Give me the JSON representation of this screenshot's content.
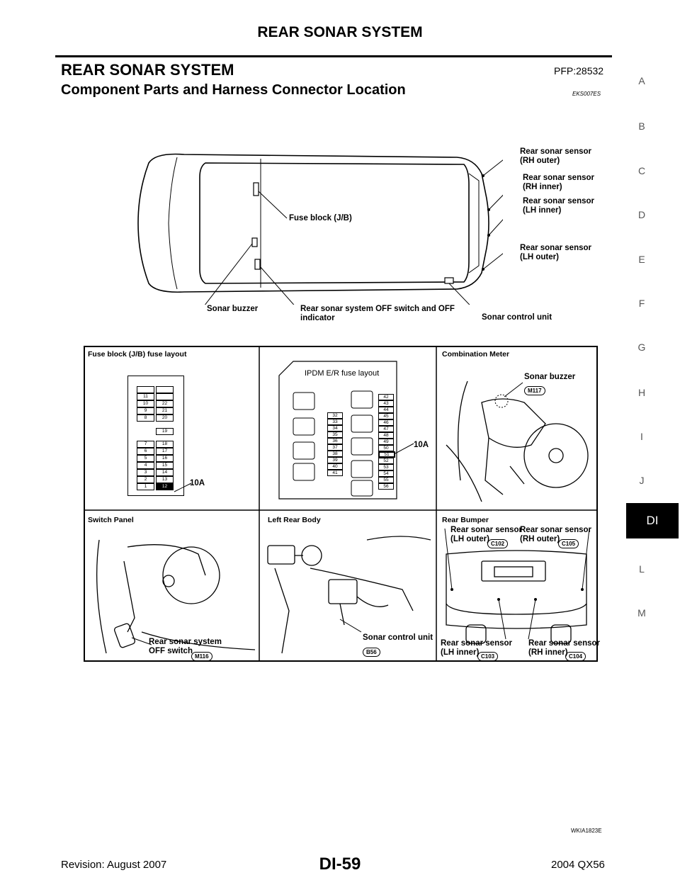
{
  "header": {
    "title": "REAR SONAR SYSTEM"
  },
  "section": {
    "title": "REAR SONAR SYSTEM",
    "pfp": "PFP:28532"
  },
  "subsection": {
    "title": "Component Parts and Harness Connector Location",
    "code": "EKS007ES"
  },
  "side_tabs": [
    "A",
    "B",
    "C",
    "D",
    "E",
    "F",
    "G",
    "H",
    "I",
    "J",
    "DI",
    "L",
    "M"
  ],
  "side_tab_active": "DI",
  "vehicle_diagram": {
    "callouts": {
      "rh_outer": "Rear sonar sensor\n(RH outer)",
      "rh_inner": "Rear sonar sensor\n(RH inner)",
      "lh_inner": "Rear sonar sensor\n(LH inner)",
      "lh_outer": "Rear sonar sensor\n(LH outer)",
      "fuse_block": "Fuse block (J/B)",
      "sonar_buzzer": "Sonar buzzer",
      "off_switch": "Rear sonar system OFF switch and OFF\nindicator",
      "control_unit": "Sonar control unit"
    }
  },
  "panels": {
    "fuse_layout": {
      "title": "Fuse block (J/B) fuse layout",
      "amp_label": "10A",
      "left_col": [
        "",
        "11",
        "10",
        "9",
        "8",
        "",
        "7",
        "6",
        "5",
        "4",
        "3",
        "2",
        "1"
      ],
      "right_col": [
        "",
        "",
        "22",
        "21",
        "20",
        "19",
        "18",
        "17",
        "16",
        "15",
        "14",
        "13",
        "12"
      ]
    },
    "ipdm": {
      "title": "IPDM E/R fuse layout",
      "amp_label": "10A",
      "mid_col": [
        "32",
        "33",
        "34",
        "35",
        "36",
        "37",
        "38",
        "39",
        "40",
        "41"
      ],
      "right_col": [
        "42",
        "43",
        "44",
        "45",
        "46",
        "47",
        "48",
        "49",
        "50",
        "51",
        "52",
        "53",
        "54",
        "55",
        "56"
      ],
      "highlight": "51"
    },
    "combination_meter": {
      "title": "Combination Meter",
      "callout": "Sonar buzzer",
      "connector": "M117"
    },
    "switch_panel": {
      "title": "Switch Panel",
      "callout": "Rear sonar system\nOFF switch",
      "connector": "M116"
    },
    "left_rear_body": {
      "title": "Left Rear Body",
      "callout": "Sonar control unit",
      "connector": "B56"
    },
    "rear_bumper": {
      "title": "Rear Bumper",
      "lh_outer": {
        "label": "Rear sonar sensor\n(LH outer)",
        "connector": "C102"
      },
      "rh_outer": {
        "label": "Rear sonar sensor\n(RH outer)",
        "connector": "C105"
      },
      "lh_inner": {
        "label": "Rear sonar sensor\n(LH inner)",
        "connector": "C103"
      },
      "rh_inner": {
        "label": "Rear sonar sensor\n(RH inner)",
        "connector": "C104"
      }
    }
  },
  "figure_code": "WKIA1823E",
  "footer": {
    "revision": "Revision: August 2007",
    "page": "DI-59",
    "model": "2004 QX56"
  }
}
